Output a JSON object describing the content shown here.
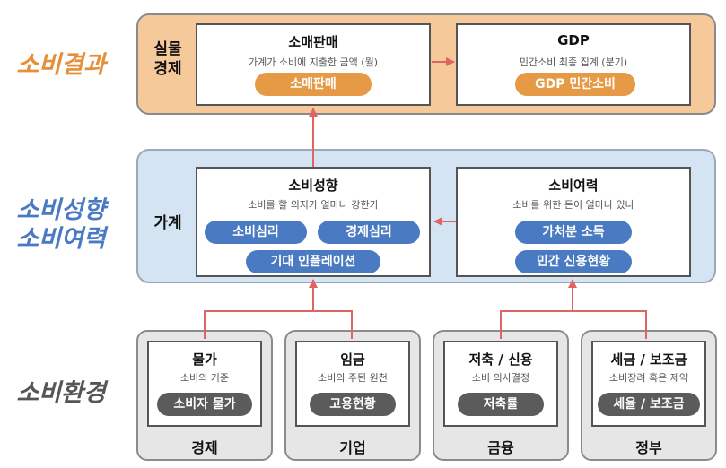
{
  "colors": {
    "orange_label": "#e58f3a",
    "blue_label": "#4a7ac2",
    "gray_label": "#555555",
    "arrow": "#e06464"
  },
  "side_labels": {
    "result": "소비결과",
    "propensity_line1": "소비성향",
    "propensity_line2": "소비여력",
    "environment": "소비환경"
  },
  "real_economy": {
    "label_line1": "실물",
    "label_line2": "경제",
    "retail": {
      "title": "소매판매",
      "subtitle": "가계가 소비에 지출한 금액 (월)",
      "pill": "소매판매"
    },
    "gdp": {
      "title": "GDP",
      "subtitle": "민간소비 최종 집계 (분기)",
      "pill": "GDP 민간소비"
    }
  },
  "household": {
    "label": "가계",
    "propensity": {
      "title": "소비성향",
      "subtitle": "소비를 할 의지가 얼마나 강한가",
      "pills": [
        "소비심리",
        "경제심리",
        "기대 인플레이션"
      ]
    },
    "capacity": {
      "title": "소비여력",
      "subtitle": "소비를 위한 돈이 얼마나 있나",
      "pills": [
        "가처분 소득",
        "민간 신용현황"
      ]
    }
  },
  "environment": [
    {
      "group": "경제",
      "title": "물가",
      "subtitle": "소비의 기준",
      "pill": "소비자 물가"
    },
    {
      "group": "기업",
      "title": "임금",
      "subtitle": "소비의 주된 원천",
      "pill": "고용현황"
    },
    {
      "group": "금융",
      "title": "저축 / 신용",
      "subtitle": "소비 의사결정",
      "pill": "저축률"
    },
    {
      "group": "정부",
      "title": "세금 / 보조금",
      "subtitle": "소비장려 혹은 제약",
      "pill": "세율 / 보조금"
    }
  ]
}
